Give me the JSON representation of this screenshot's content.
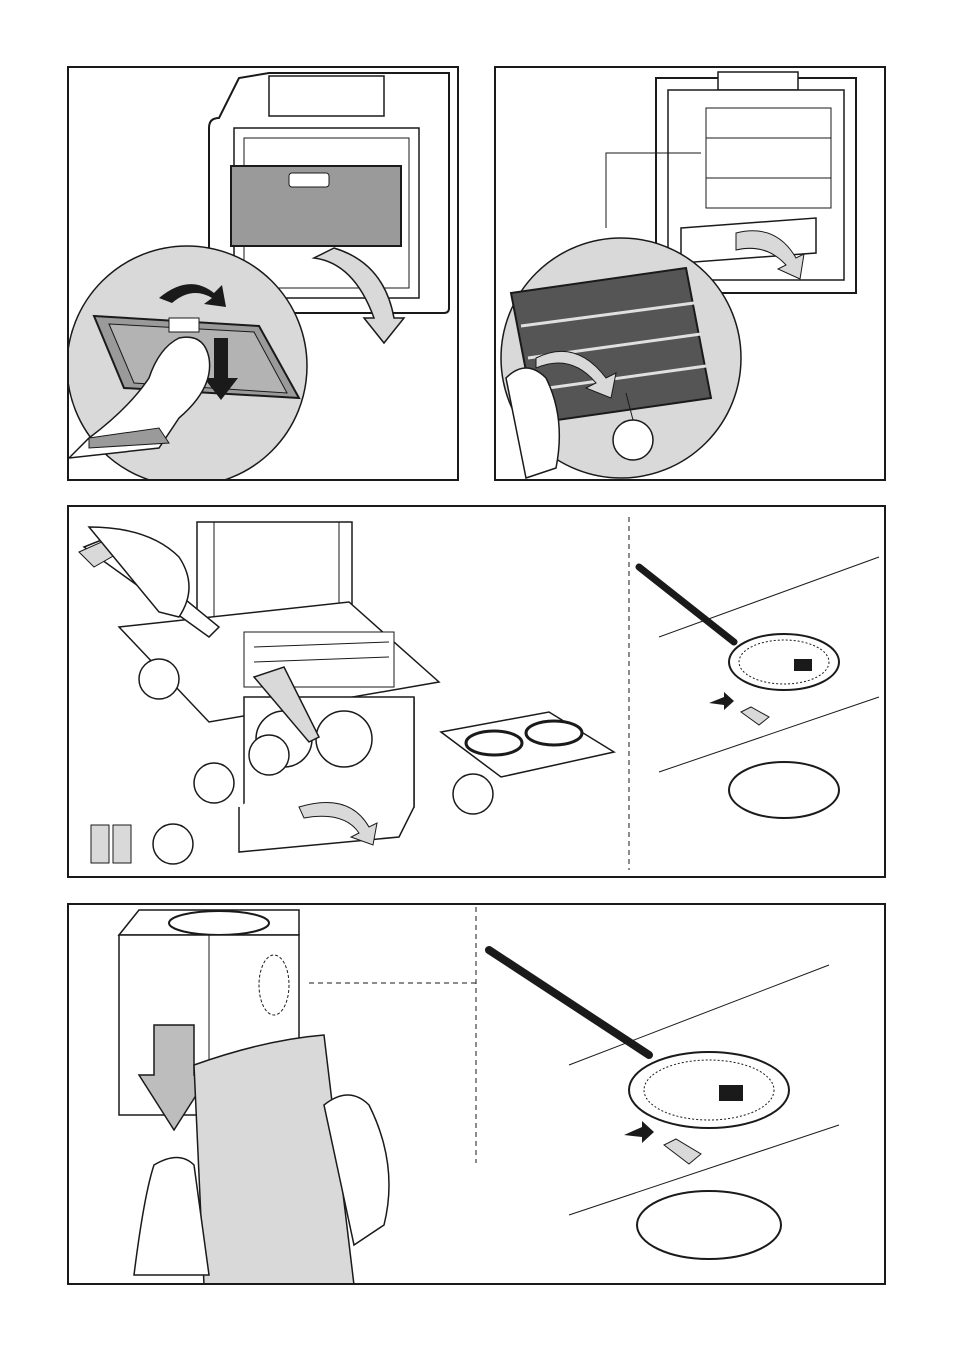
{
  "page": {
    "description_free": true
  },
  "panels": [
    {
      "id": "filter-removal",
      "callouts": []
    },
    {
      "id": "charcoal-filter",
      "callouts": [
        ""
      ]
    },
    {
      "id": "motor-access",
      "callouts": [
        "",
        "",
        "",
        "",
        ""
      ]
    },
    {
      "id": "lamp-replacement-top",
      "callouts": []
    },
    {
      "id": "chimney-cover",
      "callouts": []
    },
    {
      "id": "lamp-replacement-bottom",
      "callouts": []
    }
  ],
  "colors": {
    "line": "#1a1a1a",
    "lens_gray": "#d9d9d9",
    "filter_dark": "#555555",
    "filter_mesh": "#9a9a9a",
    "arrow_gray": "#bdbdbd",
    "arrow_dark": "#1a1a1a"
  },
  "icons": [
    "curved-arrow-icon",
    "down-arrow-icon",
    "screwdriver-icon",
    "screw-icon",
    "hand-icon",
    "lamp-bulb-icon"
  ]
}
